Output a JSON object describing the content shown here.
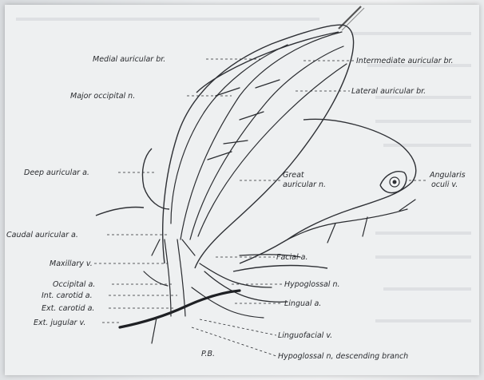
{
  "figure": {
    "artist_initials": "P.B.",
    "labels": {
      "medial_auricular": "Medial auricular br.",
      "intermediate_auricular": "Intermediate auricular br.",
      "major_occipital": "Major occipital n.",
      "lateral_auricular": "Lateral auricular br.",
      "deep_auricular": "Deep auricular a.",
      "great_auricular": "Great",
      "great_auricular_2": "auricular n.",
      "angularis": "Angularis",
      "angularis_2": "oculi v.",
      "caudal_auricular": "Caudal auricular a.",
      "maxillary": "Maxillary v.",
      "facial": "Facial a.",
      "occipital": "Occipital a.",
      "hypoglossal": "Hypoglossal n.",
      "int_carotid": "Int. carotid a.",
      "lingual": "Lingual a.",
      "ext_carotid": "Ext. carotid a.",
      "ext_jugular": "Ext. jugular v.",
      "linguofacial": "Linguofacial v.",
      "hypoglossal_desc": "Hypoglossal n, descending branch"
    }
  }
}
